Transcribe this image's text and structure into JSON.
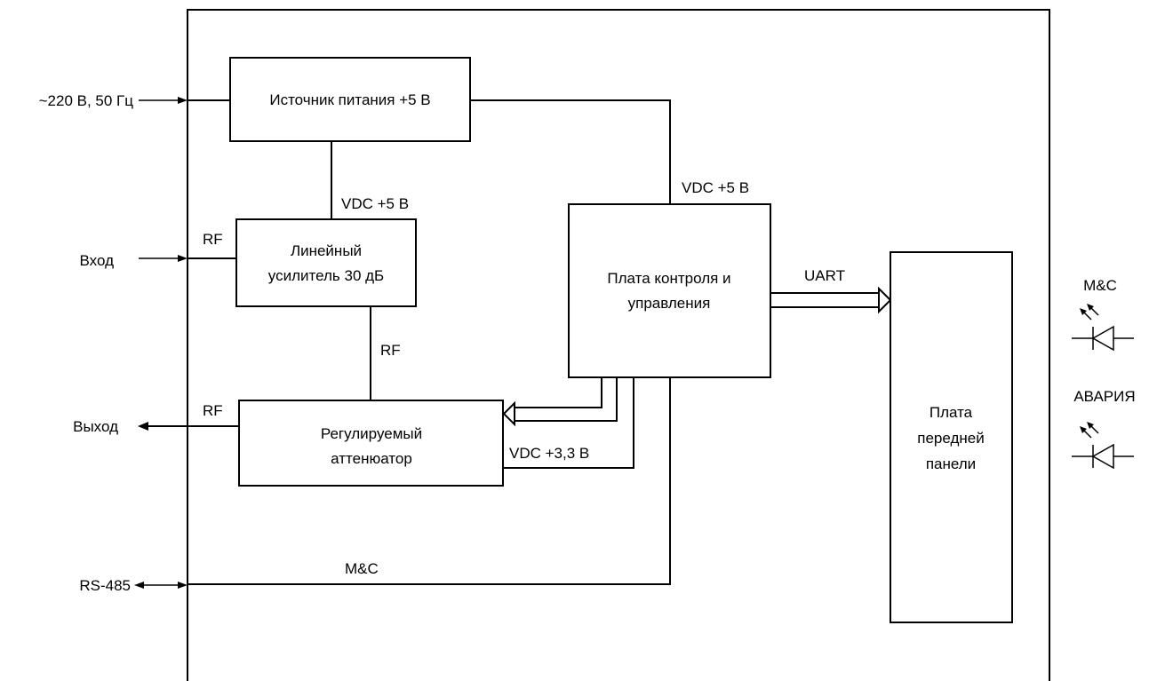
{
  "blocks": {
    "psu": "Источник питания +5 В",
    "amp": [
      "Линейный",
      "усилитель 30 дБ"
    ],
    "ctrl": [
      "Плата контроля и",
      "управления"
    ],
    "atten": [
      "Регулируемый",
      "аттенюатор"
    ],
    "panel": [
      "Плата",
      "передней",
      "панели"
    ]
  },
  "external": {
    "mains": "~220 В, 50 Гц",
    "input": "Вход",
    "output": "Выход",
    "rs485": "RS-485"
  },
  "signals": {
    "vdc5_psu_amp": "VDC +5 В",
    "vdc5_psu_ctrl": "VDC +5 В",
    "rf_in": "RF",
    "rf_between": "RF",
    "rf_out": "RF",
    "uart": "UART",
    "vdc33": "VDC +3,3 В",
    "mc_bus": "M&C"
  },
  "indicators": {
    "mc": "M&C",
    "alarm": "АВАРИЯ"
  }
}
